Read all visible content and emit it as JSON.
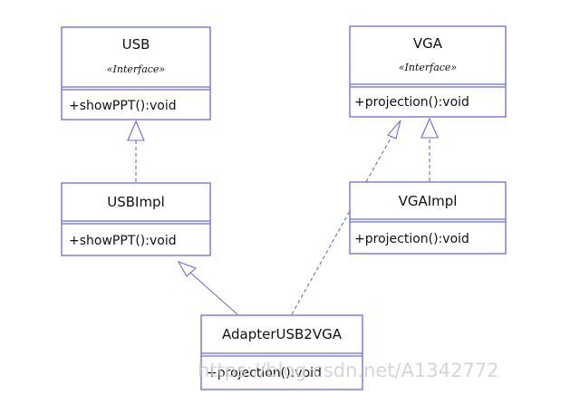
{
  "classes": {
    "usb": {
      "name": "USB",
      "stereotype": "«Interface»",
      "operation": "+showPPT():void"
    },
    "vga": {
      "name": "VGA",
      "stereotype": "«Interface»",
      "operation": "+projection():void"
    },
    "usb_impl": {
      "name": "USBImpl",
      "operation": "+showPPT():void"
    },
    "vga_impl": {
      "name": "VGAImpl",
      "operation": "+projection():void"
    },
    "adapter": {
      "name": "AdapterUSB2VGA",
      "operation": "+projection():void"
    }
  },
  "relations": [
    {
      "from": "usb_impl",
      "to": "usb",
      "kind": "realization"
    },
    {
      "from": "vga_impl",
      "to": "vga",
      "kind": "realization"
    },
    {
      "from": "adapter",
      "to": "usb_impl",
      "kind": "generalization"
    },
    {
      "from": "adapter",
      "to": "vga",
      "kind": "realization"
    }
  ],
  "watermark": "https://blog.csdn.net/A1342772",
  "colors": {
    "line": "#6b6bd6",
    "text": "#111111",
    "background": "#ffffff"
  }
}
